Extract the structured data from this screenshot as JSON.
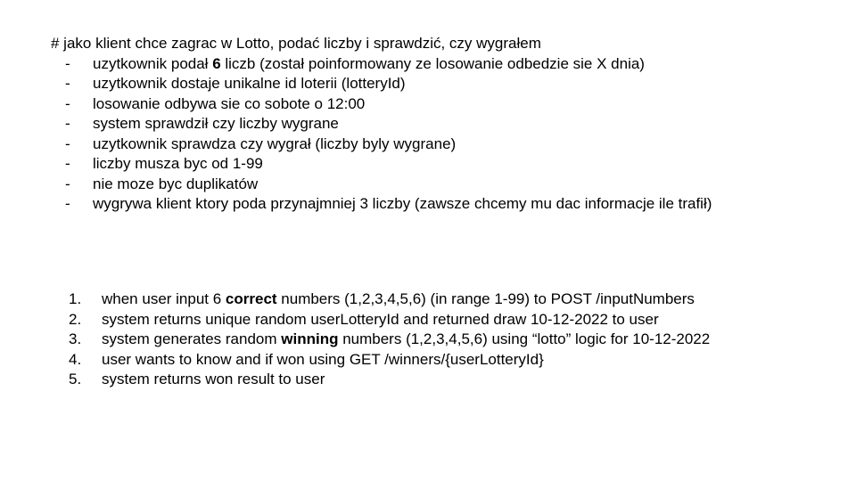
{
  "heading": "# jako klient chce zagrac w Lotto, podać liczby i sprawdzić, czy wygrałem",
  "requirements": {
    "marker": "-",
    "items": [
      {
        "before": "uzytkownik podał ",
        "bold": "6",
        "after": " liczb (został poinformowany ze losowanie odbedzie sie X dnia)"
      },
      {
        "before": "uzytkownik dostaje unikalne id loterii (lotteryId)",
        "bold": "",
        "after": ""
      },
      {
        "before": "losowanie odbywa sie co sobote o 12:00",
        "bold": "",
        "after": ""
      },
      {
        "before": "system sprawdził czy liczby wygrane",
        "bold": "",
        "after": ""
      },
      {
        "before": "uzytkownik sprawdza czy wygrał (liczby byly wygrane)",
        "bold": "",
        "after": ""
      },
      {
        "before": "liczby musza byc od 1-99",
        "bold": "",
        "after": ""
      },
      {
        "before": "nie moze byc duplikatów",
        "bold": "",
        "after": ""
      },
      {
        "before": "wygrywa klient ktory poda przynajmniej 3 liczby (zawsze chcemy mu dac informacje ile trafił)",
        "bold": "",
        "after": ""
      }
    ]
  },
  "steps": [
    {
      "number": "1.",
      "before": "when user input 6 ",
      "bold": "correct",
      "after": " numbers (1,2,3,4,5,6) (in range 1-99) to POST /inputNumbers"
    },
    {
      "number": "2.",
      "before": "system returns unique random userLotteryId and returned draw 10-12-2022 to user",
      "bold": "",
      "after": ""
    },
    {
      "number": "3.",
      "before": "system generates random ",
      "bold": "winning",
      "after": " numbers (1,2,3,4,5,6) using “lotto” logic for 10-12-2022"
    },
    {
      "number": "4.",
      "before": "user wants to know and if won using GET /winners/{userLotteryId}",
      "bold": "",
      "after": ""
    },
    {
      "number": "5.",
      "before": "system returns won result to user",
      "bold": "",
      "after": ""
    }
  ]
}
